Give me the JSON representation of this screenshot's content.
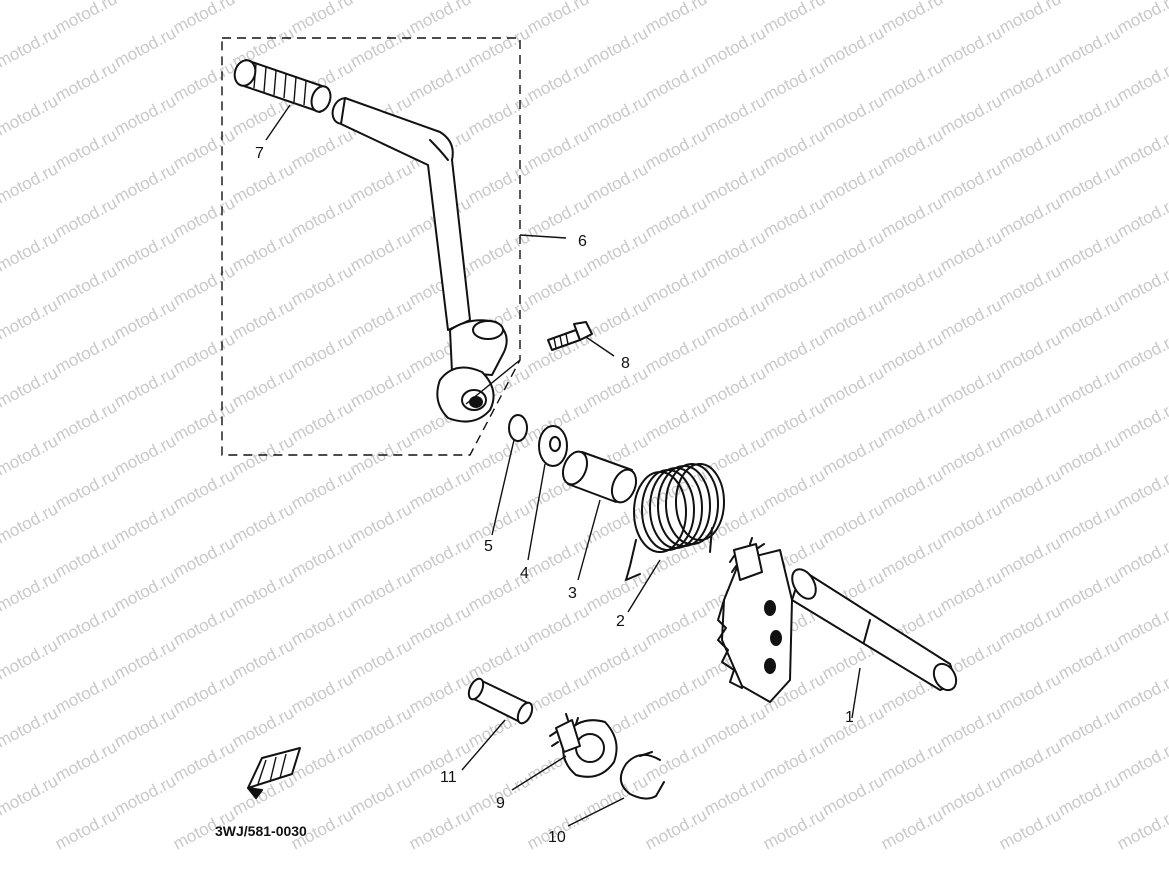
{
  "watermark": {
    "text": "motod.ru"
  },
  "callouts": [
    "1",
    "2",
    "3",
    "4",
    "5",
    "6",
    "7",
    "8",
    "9",
    "10",
    "11"
  ],
  "diagram_code": "3WJ/581-0030",
  "colors": {
    "ink": "#111111",
    "watermark": "#c9c9c9",
    "background": "#ffffff"
  }
}
